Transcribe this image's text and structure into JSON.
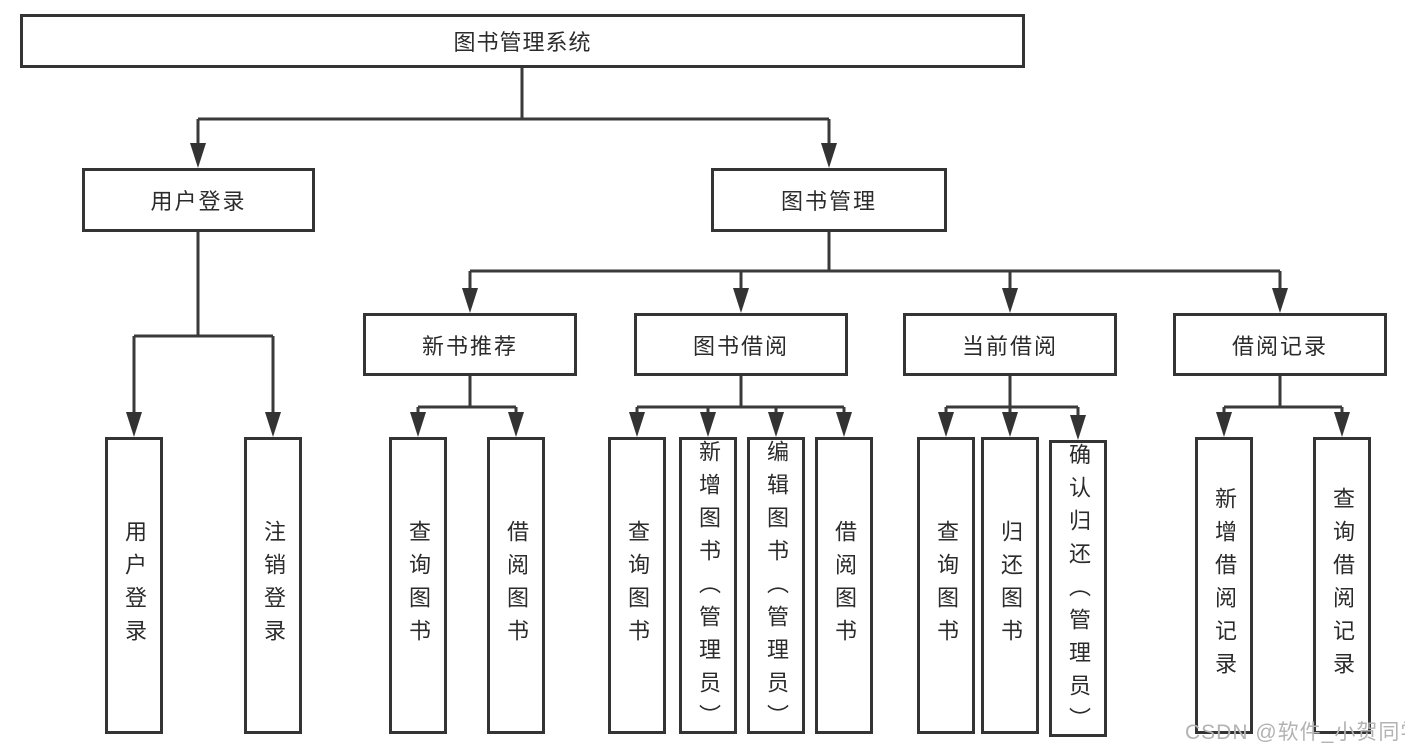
{
  "diagram": {
    "root": "图书管理系统",
    "level2": [
      "用户登录",
      "图书管理"
    ],
    "level3": [
      "新书推荐",
      "图书借阅",
      "当前借阅",
      "借阅记录"
    ],
    "leaves": {
      "user_login": [
        "用户登录",
        "注销登录"
      ],
      "new_book_recommend": [
        "查询图书",
        "借阅图书"
      ],
      "book_borrow": [
        "查询图书",
        "新增图书（管理员）",
        "编辑图书（管理员）",
        "借阅图书"
      ],
      "current_borrow": [
        "查询图书",
        "归还图书",
        "确认归还（管理员）"
      ],
      "borrow_records": [
        "新增借阅记录",
        "查询借阅记录"
      ]
    }
  },
  "watermark": "CSDN @软件_小贺同学",
  "colors": {
    "line": "#3a3a3a",
    "border": "#343434",
    "text": "#2b2b2b",
    "watermark": "#b3b3b3",
    "background": "#ffffff"
  }
}
